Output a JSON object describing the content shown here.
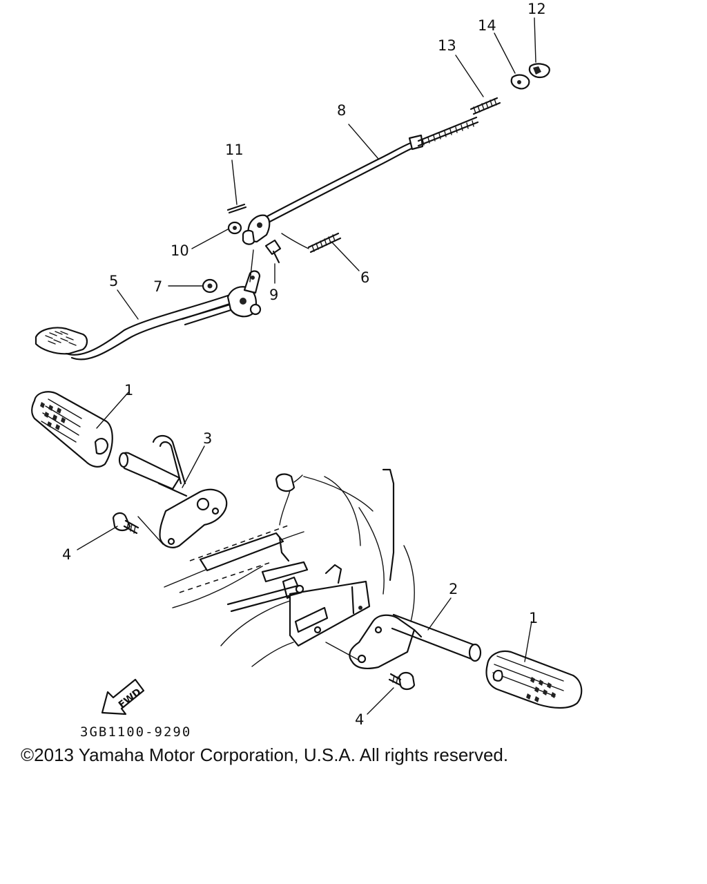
{
  "diagram": {
    "callouts": [
      "1",
      "1",
      "2",
      "3",
      "4",
      "4",
      "5",
      "6",
      "7",
      "8",
      "9",
      "10",
      "11",
      "12",
      "13",
      "14"
    ],
    "fwd_label": "FWD",
    "part_code": "3GB1100-9290"
  },
  "footer": {
    "copyright": "©2013 Yamaha Motor Corporation, U.S.A. All rights reserved."
  }
}
